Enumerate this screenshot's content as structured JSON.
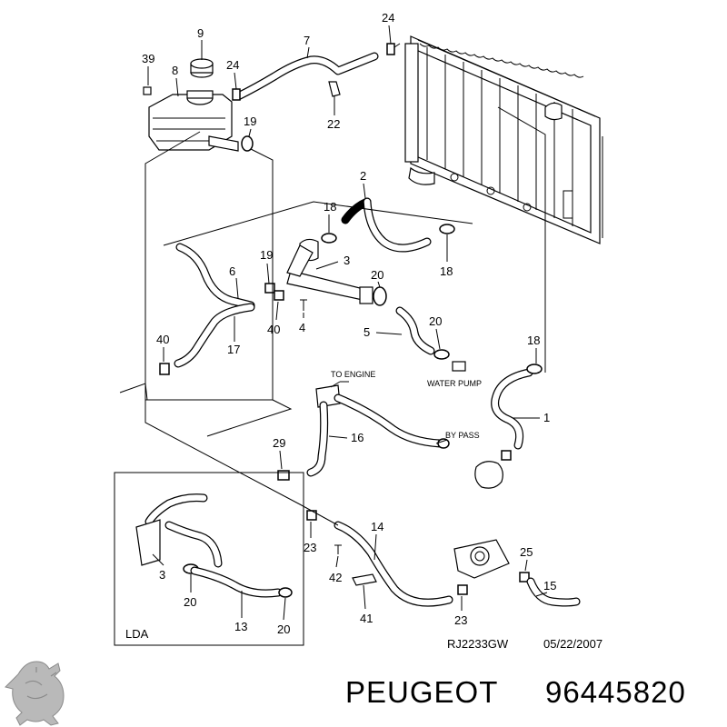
{
  "callouts": [
    {
      "id": "c9",
      "text": "9"
    },
    {
      "id": "c8",
      "text": "8"
    },
    {
      "id": "c39",
      "text": "39"
    },
    {
      "id": "c24a",
      "text": "24"
    },
    {
      "id": "c7",
      "text": "7"
    },
    {
      "id": "c24b",
      "text": "24"
    },
    {
      "id": "c22",
      "text": "22"
    },
    {
      "id": "c19a",
      "text": "19"
    },
    {
      "id": "c2",
      "text": "2"
    },
    {
      "id": "c18a",
      "text": "18"
    },
    {
      "id": "c18b",
      "text": "18"
    },
    {
      "id": "c19b",
      "text": "19"
    },
    {
      "id": "c3a",
      "text": "3"
    },
    {
      "id": "c6",
      "text": "6"
    },
    {
      "id": "c20a",
      "text": "20"
    },
    {
      "id": "c40a",
      "text": "40"
    },
    {
      "id": "c4",
      "text": "4"
    },
    {
      "id": "c17",
      "text": "17"
    },
    {
      "id": "c5",
      "text": "5"
    },
    {
      "id": "c20b",
      "text": "20"
    },
    {
      "id": "c40b",
      "text": "40"
    },
    {
      "id": "c18c",
      "text": "18"
    },
    {
      "id": "c1",
      "text": "1"
    },
    {
      "id": "c29",
      "text": "29"
    },
    {
      "id": "c16",
      "text": "16"
    },
    {
      "id": "c14",
      "text": "14"
    },
    {
      "id": "c23a",
      "text": "23"
    },
    {
      "id": "c42",
      "text": "42"
    },
    {
      "id": "c25",
      "text": "25"
    },
    {
      "id": "c15",
      "text": "15"
    },
    {
      "id": "c41",
      "text": "41"
    },
    {
      "id": "c23b",
      "text": "23"
    },
    {
      "id": "c3b",
      "text": "3"
    },
    {
      "id": "c20c",
      "text": "20"
    },
    {
      "id": "c13",
      "text": "13"
    },
    {
      "id": "c20d",
      "text": "20"
    }
  ],
  "annotations": {
    "to_engine": "TO ENGINE",
    "water_pump": "WATER PUMP",
    "by_pass": "BY PASS",
    "lda": "LDA"
  },
  "reference": {
    "code": "RJ2233GW",
    "date": "05/22/2007"
  },
  "footer": {
    "brand": "PEUGEOT",
    "part_number": "96445820"
  },
  "icons": {
    "logo": "peugeot-lion-logo"
  }
}
